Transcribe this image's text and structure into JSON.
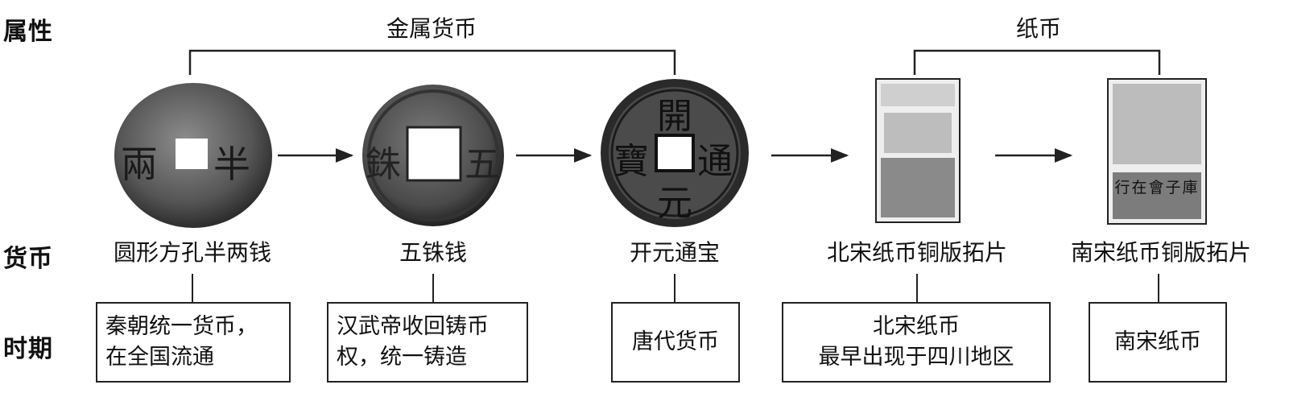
{
  "row_labels": {
    "attribute": "属性",
    "currency": "货币",
    "period": "时期"
  },
  "categories": {
    "metal": "金属货币",
    "paper": "纸币"
  },
  "items": [
    {
      "name": "圆形方孔半两钱",
      "desc_lines": [
        "秦朝统一货币，",
        "在全国流通"
      ],
      "coin_glyphs": [
        "兩",
        "半"
      ]
    },
    {
      "name": "五铢钱",
      "desc_lines": [
        "汉武帝收回铸币",
        "权，统一铸造"
      ],
      "coin_glyphs": [
        "銖",
        "五"
      ]
    },
    {
      "name": "开元通宝",
      "desc_lines": [
        "唐代货币"
      ],
      "coin_glyphs": [
        "開",
        "通",
        "元",
        "寶"
      ]
    },
    {
      "name": "北宋纸币铜版拓片",
      "desc_lines": [
        "北宋纸币",
        "最早出现于四川地区"
      ]
    },
    {
      "name": "南宋纸币铜版拓片",
      "desc_lines": [
        "南宋纸币"
      ],
      "note_band": "行在會子庫"
    }
  ]
}
